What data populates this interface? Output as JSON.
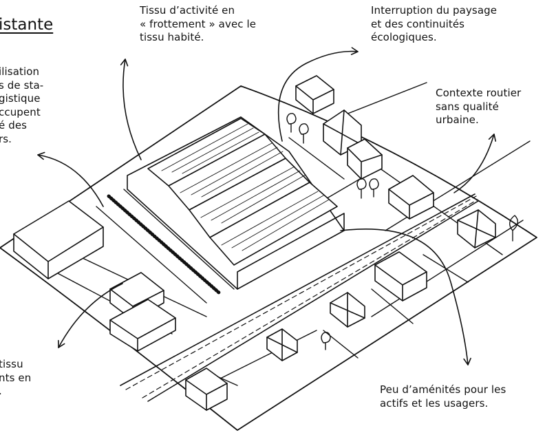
{
  "title": "istante",
  "annotations": {
    "tissu_activite": "Tissu d’activité en\n« frottement » avec le\ntissu habité.",
    "interruption_paysage": "Interruption du paysage\net des continuités\nécologiques.",
    "utilisation": "ilisation\ns de sta-\ngistique\nccupent\né des\nrs.",
    "contexte_routier": "Contexte routier\nsans qualité\nurbaine.",
    "tissu_fragment": "tissu\nnts en\n.",
    "amenites": "Peu d’aménités pour les\nactifs et les usagers."
  },
  "colors": {
    "ink": "#111111",
    "paper": "#ffffff"
  }
}
